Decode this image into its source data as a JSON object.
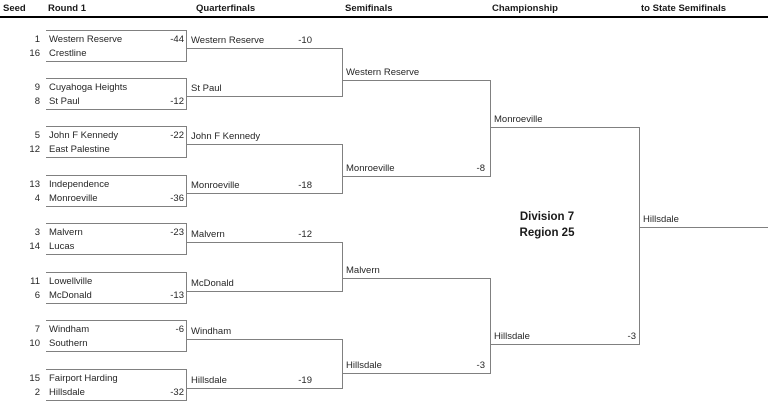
{
  "colors": {
    "bracket_line": "#808080",
    "text": "#262626",
    "header_rule": "#000000"
  },
  "header": {
    "seed": "Seed",
    "round1": "Round 1",
    "quarterfinals": "Quarterfinals",
    "semifinals": "Semifinals",
    "championship": "Championship",
    "to_state": "to State Semifinals"
  },
  "division_label": {
    "line1": "Division 7",
    "line2": "Region 25"
  },
  "round1": [
    {
      "seed": "1",
      "team": "Western Reserve",
      "score": "-44"
    },
    {
      "seed": "16",
      "team": "Crestline",
      "score": ""
    },
    {
      "seed": "9",
      "team": "Cuyahoga Heights",
      "score": ""
    },
    {
      "seed": "8",
      "team": "St Paul",
      "score": "-12"
    },
    {
      "seed": "5",
      "team": "John F Kennedy",
      "score": "-22"
    },
    {
      "seed": "12",
      "team": "East Palestine",
      "score": ""
    },
    {
      "seed": "13",
      "team": "Independence",
      "score": ""
    },
    {
      "seed": "4",
      "team": "Monroeville",
      "score": "-36"
    },
    {
      "seed": "3",
      "team": "Malvern",
      "score": "-23"
    },
    {
      "seed": "14",
      "team": "Lucas",
      "score": ""
    },
    {
      "seed": "11",
      "team": "Lowellville",
      "score": ""
    },
    {
      "seed": "6",
      "team": "McDonald",
      "score": "-13"
    },
    {
      "seed": "7",
      "team": "Windham",
      "score": "-6"
    },
    {
      "seed": "10",
      "team": "Southern",
      "score": ""
    },
    {
      "seed": "15",
      "team": "Fairport Harding",
      "score": ""
    },
    {
      "seed": "2",
      "team": "Hillsdale",
      "score": "-32"
    }
  ],
  "quarterfinals": [
    {
      "team": "Western Reserve",
      "score": "-10"
    },
    {
      "team": "St Paul",
      "score": ""
    },
    {
      "team": "John F Kennedy",
      "score": ""
    },
    {
      "team": "Monroeville",
      "score": "-18"
    },
    {
      "team": "Malvern",
      "score": "-12"
    },
    {
      "team": "McDonald",
      "score": ""
    },
    {
      "team": "Windham",
      "score": ""
    },
    {
      "team": "Hillsdale",
      "score": "-19"
    }
  ],
  "semifinals": [
    {
      "team": "Western Reserve",
      "score": ""
    },
    {
      "team": "Monroeville",
      "score": "-8"
    },
    {
      "team": "Malvern",
      "score": ""
    },
    {
      "team": "Hillsdale",
      "score": "-3"
    }
  ],
  "championship": [
    {
      "team": "Monroeville",
      "score": ""
    },
    {
      "team": "Hillsdale",
      "score": "-3"
    }
  ],
  "state_semifinalist": "Hillsdale"
}
